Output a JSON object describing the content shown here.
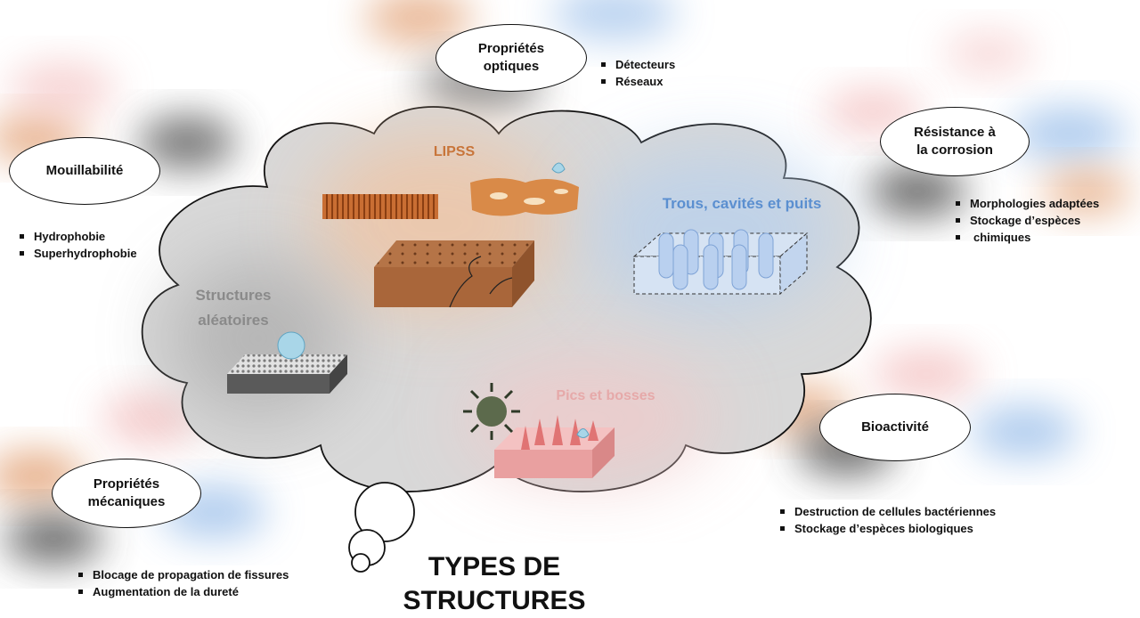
{
  "title": {
    "line1": "TYPES DE",
    "line2": "STRUCTURES"
  },
  "categories": {
    "lipss": "LIPSS",
    "holes": "Trous, cavités et puits",
    "random_line1": "Structures",
    "random_line2": "aléatoires",
    "peaks": "Pics et bosses"
  },
  "properties": {
    "optics": {
      "line1": "Propriétés",
      "line2": "optiques",
      "bullets": [
        "Détecteurs",
        "Réseaux"
      ]
    },
    "wettability": {
      "line1": "Mouillabilité",
      "bullets": [
        "Hydrophobie",
        "Superhydrophobie"
      ]
    },
    "corrosion": {
      "line1": "Résistance à",
      "line2": "la corrosion",
      "bullets": [
        "Morphologies adaptées",
        "Stockage d’espèces",
        "chimiques"
      ]
    },
    "bioactivity": {
      "line1": "Bioactivité",
      "bullets": [
        "Destruction de cellules bactériennes",
        "Stockage d’espèces biologiques"
      ]
    },
    "mechanics": {
      "line1": "Propriétés",
      "line2": "mécaniques",
      "bullets": [
        "Blocage de propagation de fissures",
        "Augmentation de la dureté"
      ]
    }
  },
  "colors": {
    "lipss": "#c8753a",
    "holes": "#5b8fd0",
    "random": "#8a8a8a",
    "peaks": "#e6a9a9",
    "cloud": "#d6d6d6"
  }
}
